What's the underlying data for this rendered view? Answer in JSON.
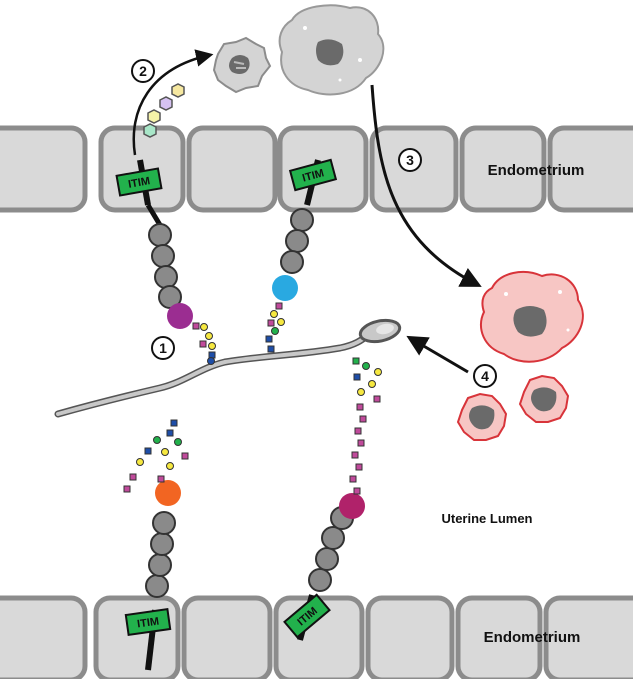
{
  "labels": {
    "endometrium_top": "Endometrium",
    "endometrium_bottom": "Endometrium",
    "uterine_lumen": "Uterine Lumen",
    "itim": "ITIM"
  },
  "steps": [
    "1",
    "2",
    "3",
    "4"
  ],
  "colors": {
    "cell_fill": "#d9d9d9",
    "cell_stroke": "#8c8c8c",
    "itim_green": "#22b14c",
    "domain_gray": "#8a8a8a",
    "lectin_purple": "#9b2d91",
    "lectin_blue": "#29a9e1",
    "lectin_orange": "#f26522",
    "lectin_magenta": "#b0226a",
    "activated_cell": "#f7c6c4",
    "activated_stroke": "#d8343a",
    "resting_cell": "#d4d4d4"
  },
  "icons": [
    "sperm-icon",
    "resting-immune-cell-icon",
    "activated-immune-cell-icon",
    "glycan-chain-icon",
    "siglec-receptor-icon"
  ]
}
